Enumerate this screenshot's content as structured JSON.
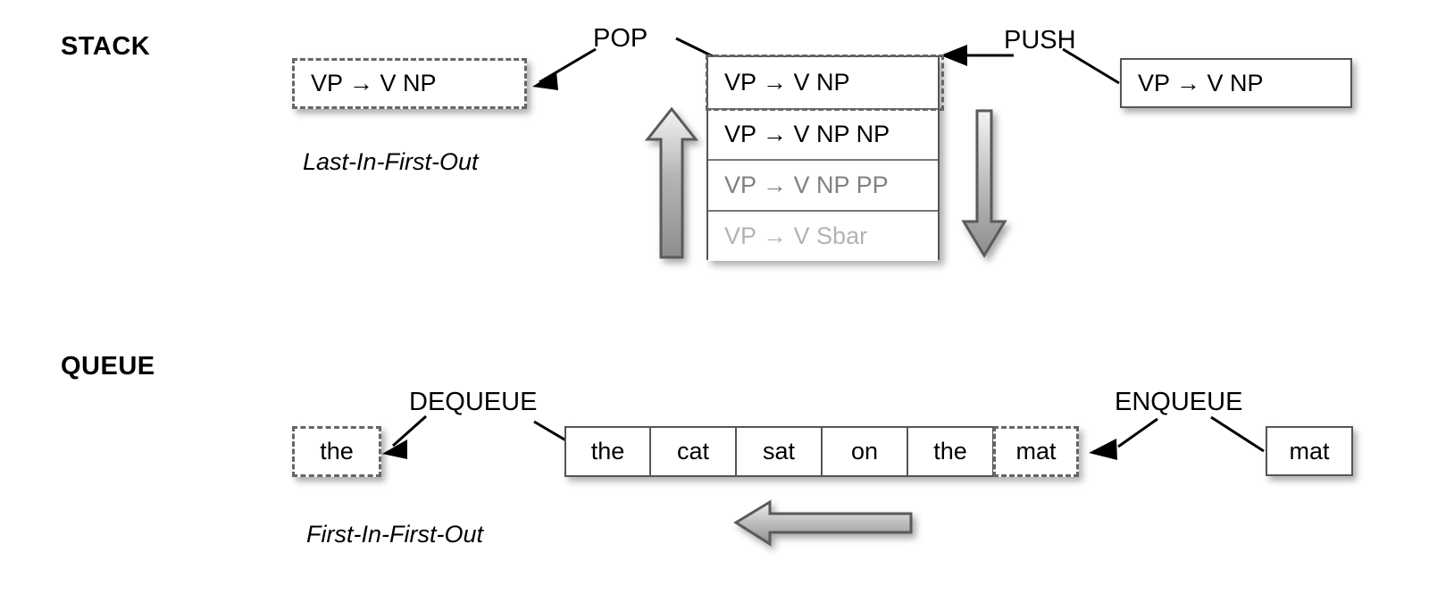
{
  "sections": {
    "stack": {
      "title": "STACK",
      "caption": "Last-In-First-Out",
      "pop_label": "POP",
      "push_label": "PUSH",
      "popped_item": "VP → V NP",
      "incoming_item": "VP → V NP",
      "items": [
        {
          "text": "VP → V NP",
          "color": "#000000",
          "state": "top"
        },
        {
          "text": "VP → V NP NP",
          "color": "#111111",
          "state": "normal"
        },
        {
          "text": "VP → V NP PP",
          "color": "#808080",
          "state": "faded"
        },
        {
          "text": "VP → V Sbar",
          "color": "#b3b3b3",
          "state": "faded"
        }
      ],
      "up_arrow_icon": "arrow-up-icon",
      "down_arrow_icon": "arrow-down-icon"
    },
    "queue": {
      "title": "QUEUE",
      "caption": "First-In-First-Out",
      "dequeue_label": "DEQUEUE",
      "enqueue_label": "ENQUEUE",
      "dequeued_item": "the",
      "incoming_item": "mat",
      "cells": [
        {
          "text": "the",
          "state": "normal"
        },
        {
          "text": "cat",
          "state": "normal"
        },
        {
          "text": "sat",
          "state": "normal"
        },
        {
          "text": "on",
          "state": "normal"
        },
        {
          "text": "the",
          "state": "normal"
        },
        {
          "text": "mat",
          "state": "pending"
        }
      ],
      "flow_arrow_icon": "arrow-left-icon"
    }
  },
  "colors": {
    "text": "#000000",
    "box_border": "#555555",
    "dashed_border": "#666666",
    "faded_text_1": "#808080",
    "faded_text_2": "#b3b3b3",
    "arrow_fill_light": "#f2f2f2",
    "arrow_fill_dark": "#8a8a8a",
    "arrow_stroke": "#5a5a5a",
    "background": "#ffffff"
  }
}
